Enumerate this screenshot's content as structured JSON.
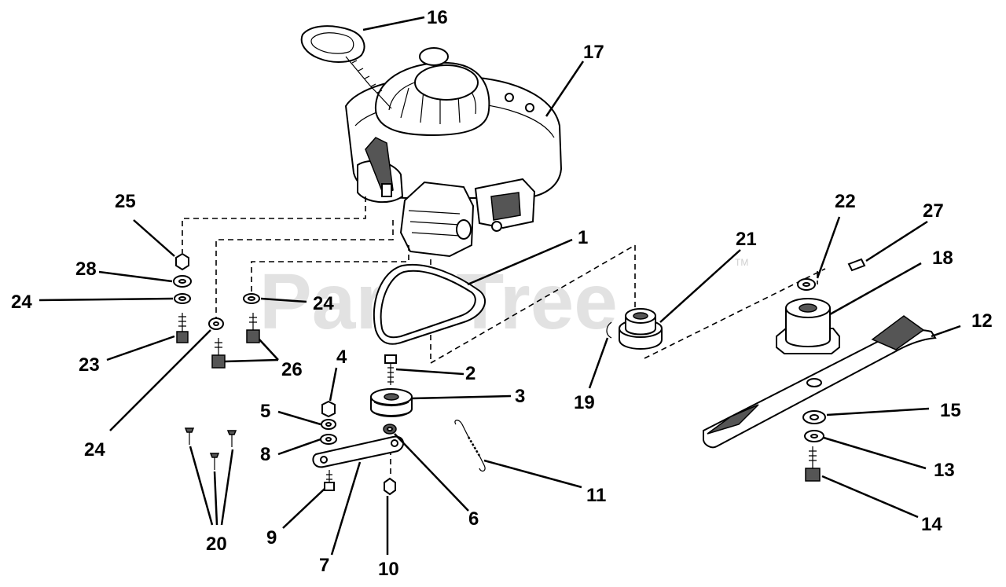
{
  "watermark": {
    "text": "PartsTree",
    "trademark": "TM"
  },
  "callouts": [
    {
      "id": "c1",
      "label": "1"
    },
    {
      "id": "c2",
      "label": "2"
    },
    {
      "id": "c3",
      "label": "3"
    },
    {
      "id": "c4",
      "label": "4"
    },
    {
      "id": "c5",
      "label": "5"
    },
    {
      "id": "c6",
      "label": "6"
    },
    {
      "id": "c7",
      "label": "7"
    },
    {
      "id": "c8",
      "label": "8"
    },
    {
      "id": "c9",
      "label": "9"
    },
    {
      "id": "c10",
      "label": "10"
    },
    {
      "id": "c11",
      "label": "11"
    },
    {
      "id": "c12",
      "label": "12"
    },
    {
      "id": "c13",
      "label": "13"
    },
    {
      "id": "c14",
      "label": "14"
    },
    {
      "id": "c15",
      "label": "15"
    },
    {
      "id": "c16",
      "label": "16"
    },
    {
      "id": "c17",
      "label": "17"
    },
    {
      "id": "c18",
      "label": "18"
    },
    {
      "id": "c19",
      "label": "19"
    },
    {
      "id": "c20",
      "label": "20"
    },
    {
      "id": "c21",
      "label": "21"
    },
    {
      "id": "c22",
      "label": "22"
    },
    {
      "id": "c23",
      "label": "23"
    },
    {
      "id": "c24a",
      "label": "24"
    },
    {
      "id": "c24b",
      "label": "24"
    },
    {
      "id": "c24c",
      "label": "24"
    },
    {
      "id": "c25",
      "label": "25"
    },
    {
      "id": "c26",
      "label": "26"
    },
    {
      "id": "c27",
      "label": "27"
    },
    {
      "id": "c28",
      "label": "28"
    }
  ]
}
